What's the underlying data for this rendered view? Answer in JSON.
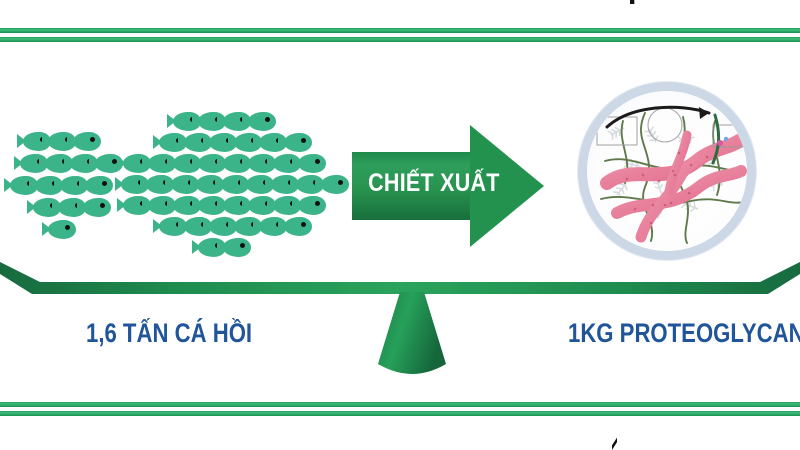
{
  "palette": {
    "rule_green": "#2aa866",
    "fish_green": "#3cb489",
    "arrow_green_dark": "#176f3d",
    "arrow_green_light": "#2f9e5c",
    "beam_green": "#1f7a47",
    "label_blue": "#20559a",
    "scope_ring": "#cdd8e6",
    "collagen_pink": "#e8859f",
    "fiber_green": "#5f7a4a",
    "proteoglycan_gray": "#b9bcc2",
    "white": "#ffffff"
  },
  "borders": {
    "top_rule_name": "top-green-double-rule",
    "bottom_rule_name": "bottom-green-double-rule"
  },
  "edge_glyphs": {
    "top_mark": "I",
    "bottom_mark": "⁄"
  },
  "fish_school": {
    "label": "school-of-salmon",
    "fish_color": "#3cb489",
    "eye_color": "#111111",
    "small_cluster_count": 15,
    "large_cluster_count": 43,
    "small_cluster_rows": [
      3,
      4,
      4,
      3,
      1
    ],
    "large_cluster_rows": [
      4,
      6,
      8,
      9,
      8,
      6,
      2
    ]
  },
  "arrow": {
    "label": "CHIẾT XUẤT",
    "direction": "right",
    "fill_from": "#1f8a4c",
    "fill_to": "#176f3d",
    "text_color": "#ffffff"
  },
  "scope": {
    "name": "proteoglycan-microscope-view",
    "ring_color": "#cdd8e6",
    "contents": [
      "collagen-strands",
      "green-fibers",
      "proteoglycan-aggregates",
      "callout-arrow",
      "callout-box"
    ]
  },
  "balance": {
    "name": "weighing-balance",
    "beam_color": "#1f7a47",
    "fulcrum_color": "#21884c",
    "left_pan": {
      "label": "1,6 TẤN CÁ HỒI",
      "amount": "1,6",
      "unit": "TẤN",
      "subject": "CÁ HỒI"
    },
    "right_pan": {
      "label": "1KG PROTEOGLYCAN",
      "amount": "1",
      "unit": "KG",
      "subject": "PROTEOGLYCAN"
    }
  }
}
